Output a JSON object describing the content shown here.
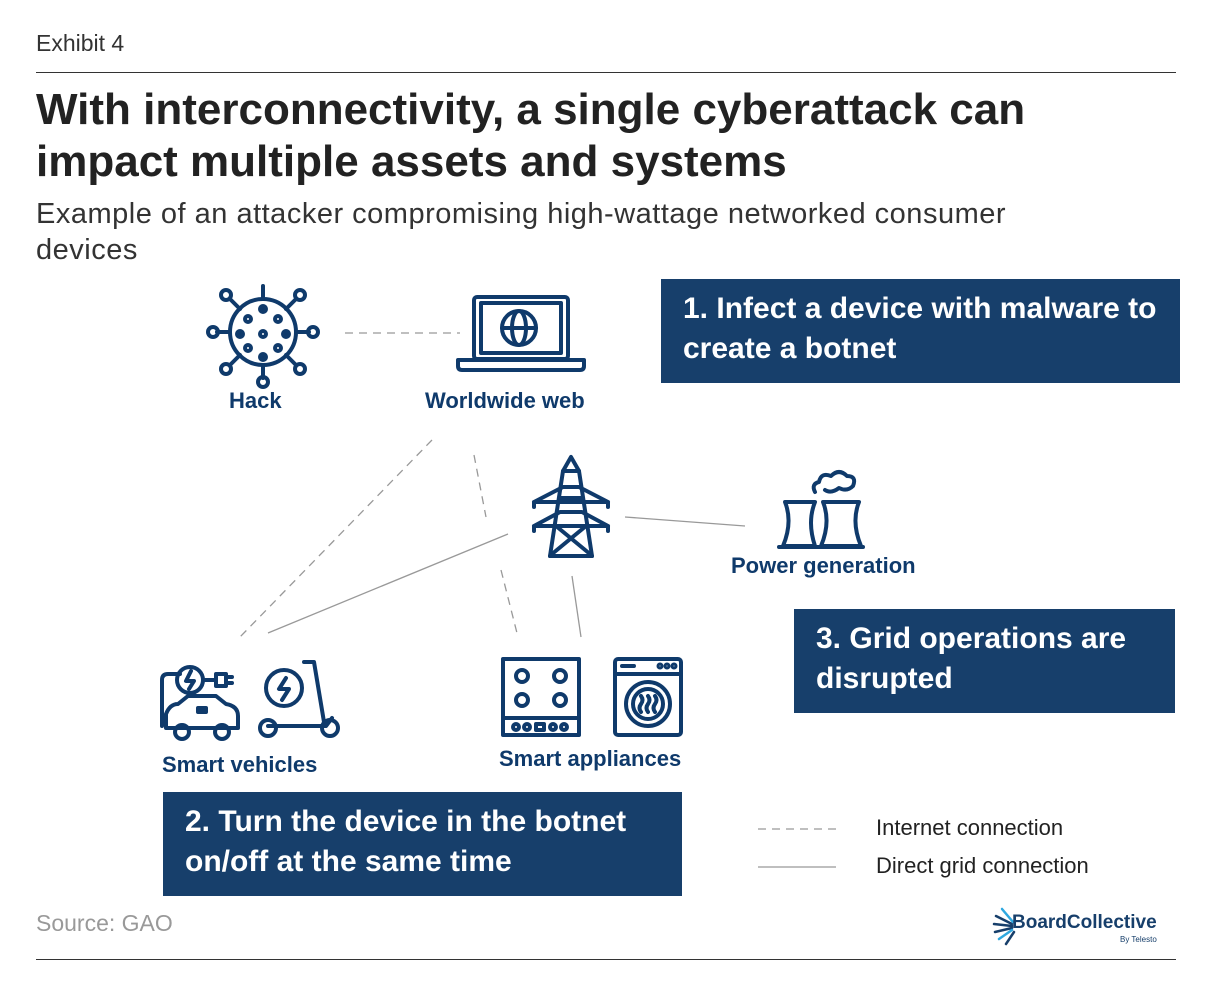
{
  "header": {
    "exhibit": "Exhibit 4",
    "title": "With interconnectivity, a single cyberattack can impact multiple assets and systems",
    "subtitle": "Example of an attacker compromising high-wattage networked consumer devices"
  },
  "nodes": {
    "hack": "Hack",
    "web": "Worldwide web",
    "power": "Power generation",
    "vehicles": "Smart vehicles",
    "appliances": "Smart appliances"
  },
  "steps": [
    "1. Infect a device with malware to create a botnet",
    "2. Turn the device in the botnet on/off at the same time",
    "3. Grid operations are disrupted"
  ],
  "legend": {
    "internet": "Internet connection",
    "grid": "Direct grid connection"
  },
  "footer": {
    "source": "Source: GAO",
    "logo": "BoardCollective",
    "logo_sub": "By Telesto"
  },
  "colors": {
    "navy": "#173f6b",
    "icon": "#0f3a6b",
    "line": "#999999"
  }
}
